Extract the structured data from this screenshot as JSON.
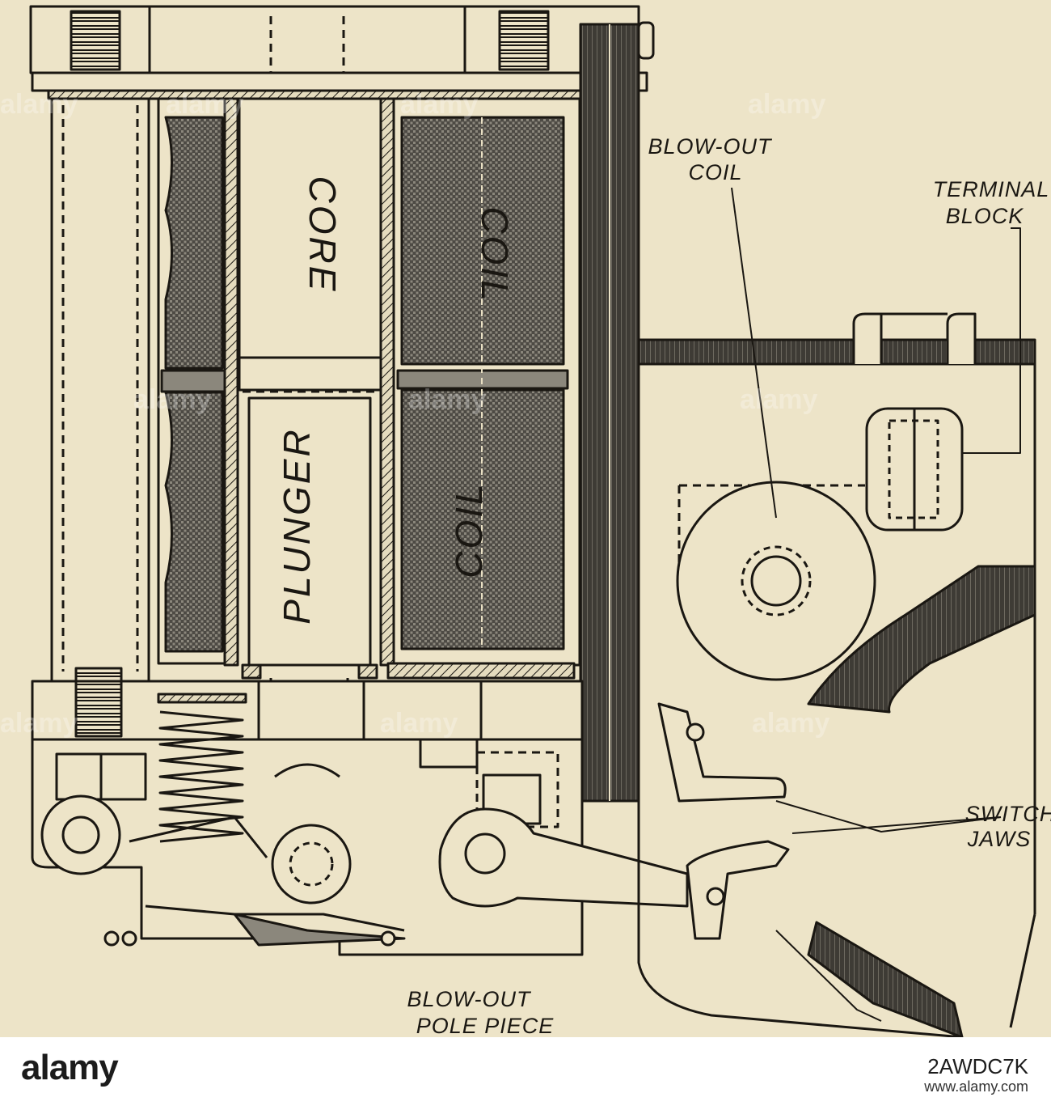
{
  "diagram": {
    "labels": {
      "core": "CORE",
      "coil_upper": "COIL",
      "coil_lower": "COIL",
      "plunger": "PLUNGER",
      "blowout_coil_1": "BLOW-OUT",
      "blowout_coil_2": "COIL",
      "terminal_block_1": "TERMINAL",
      "terminal_block_2": "BLOCK",
      "switch_jaws_1": "SWITCH",
      "switch_jaws_2": "JAWS",
      "pole_piece_1": "BLOW-OUT",
      "pole_piece_2": "POLE PIECE"
    }
  },
  "watermark": "alamy",
  "footer": {
    "logo": "alamy",
    "image_id": "2AWDC7K",
    "url": "www.alamy.com"
  },
  "colors": {
    "paper": "#ede4c8",
    "ink": "#1a1712",
    "footer_bg": "#ffffff"
  }
}
